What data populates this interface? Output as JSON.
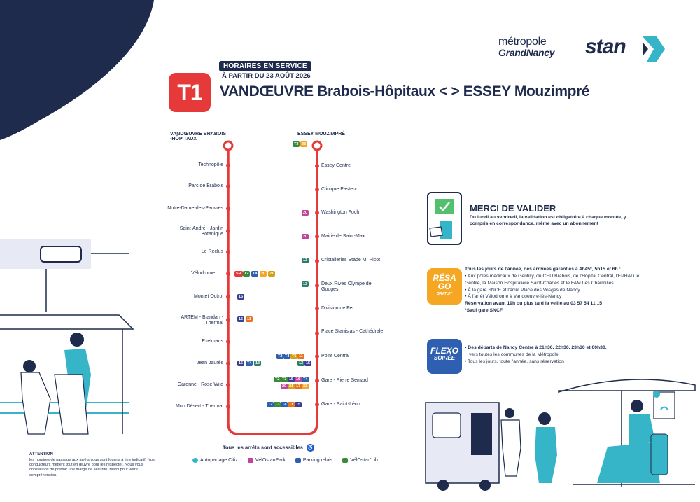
{
  "brand": {
    "metropole_line1": "métropole",
    "metropole_line2": "GrandNancy",
    "operator": "stan"
  },
  "header": {
    "service_badge": "HORAIRES EN SERVICE",
    "service_date": "À PARTIR DU 23 AOÛT 2026",
    "line_code": "T1",
    "line_title": "VANDŒUVRE Brabois-Hôpitaux < > ESSEY Mouzimpré"
  },
  "map": {
    "left_terminus": "VANDŒUVRE BRABOIS -HÔPITAUX",
    "right_terminus": "ESSEY MOUZIMPRÉ",
    "left_stops": [
      "Technopôle",
      "Parc de Brabois",
      "Notre-Dame-des-Pauvres",
      "Saint-André - Jardin Botanique",
      "Le Reclus",
      "Vélodrome",
      "Montet Octroi",
      "ARTEM - Blandan - Thermal",
      "Exelmans",
      "Jean Jaurès",
      "Garenne - Rose Wild",
      "Mon Désert - Thermal"
    ],
    "right_stops": [
      "Essey Centre",
      "Clinique Pasteur",
      "Washington Foch",
      "Mairie de Saint-Max",
      "Cristalleries Stade M. Picot",
      "Deux Rives Olympe de Gouges",
      "Division de Fer",
      "Place Stanislas - Cathédrale",
      "Point Central",
      "Gare - Pierre Semard",
      "Gare - Saint-Léon"
    ],
    "connections": {
      "essey_term": [
        "T3",
        "33"
      ],
      "velodrome": [
        "SR",
        "T2",
        "T4",
        "20",
        "21"
      ],
      "montet": [
        "15"
      ],
      "artem": [
        "15",
        "11"
      ],
      "jean_jaures": [
        "15",
        "T4",
        "13"
      ],
      "washington": [
        "20"
      ],
      "mairie": [
        "20"
      ],
      "cristalleries": [
        "13"
      ],
      "deux_rives": [
        "13"
      ],
      "point_central": [
        "T2",
        "T4",
        "T5",
        "11",
        "13",
        "15"
      ],
      "gare_semard": [
        "T2",
        "T3",
        "T4",
        "15",
        "16",
        "17",
        "20",
        "21",
        "33"
      ],
      "gare_leon": [
        "T2",
        "T3",
        "T4",
        "11",
        "15"
      ]
    },
    "access_note": "Tous les arrêts sont accessibles",
    "legend": [
      "Autopartage Citiz",
      "VélOstanPark",
      "Parking relais",
      "VélOstan'Lib"
    ]
  },
  "attention": {
    "title": "ATTENTION :",
    "text": "les horaires de passage aux arrêts vous sont fournis à titre indicatif. Nos conducteurs mettent tout en œuvre pour les respecter. Nous vous conseillons de prévoir une marge de sécurité. Merci pour votre compréhension."
  },
  "valider": {
    "title": "MERCI DE VALIDER",
    "text": "Du lundi au vendredi, la validation est obligatoire à chaque montée, y compris en correspondance, même avec un abonnement"
  },
  "resa": {
    "logo_line1": "RÉSA",
    "logo_line2": "GO",
    "logo_line3": "GRATUIT",
    "intro": "Tous les jours de l'année, des arrivées garanties à 4h45*, 5h15 et 6h :",
    "b1": "Aux pôles médicaux de Gentilly, du CHU Brabois, de l'Hôpital Central, l'EPHAD le Gentilé, la Maison Hospitalière Saint-Charles et le FAM Les Charmilles",
    "b2": "À la gare SNCF et l'arrêt Place des Vosges de Nancy",
    "b3": "À l'arrêt Vélodrome à Vandoeuvre-lès-Nancy",
    "reservation": "Réservation avant 19h ou plus tard la veille au 03 57 54 11 15",
    "note": "*Sauf gare SNCF"
  },
  "flexo": {
    "logo_line1": "FLEXO",
    "logo_line2": "SOIRÉE",
    "b1": "Des départs de Nancy Centre à 21h30, 22h30, 23h30 et 00h30,",
    "b1b": "vers toutes les communes de la Métropole",
    "b2": "Tous les jours, toute l'année, sans réservation"
  },
  "colors": {
    "navy": "#1f2b4d",
    "line_red": "#e63a3a",
    "teal": "#36b5c9",
    "resa_orange": "#f5a623",
    "flexo_blue": "#2f5fb0"
  }
}
